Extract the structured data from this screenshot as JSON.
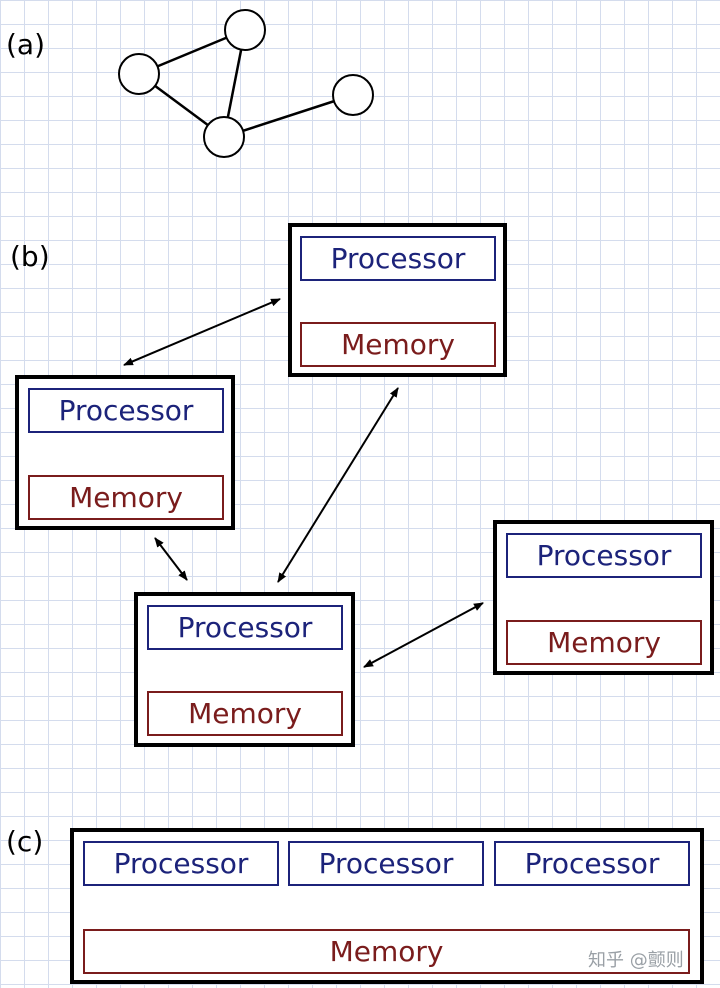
{
  "panels": {
    "a": "(a)",
    "b": "(b)",
    "c": "(c)"
  },
  "labels": {
    "processor": "Processor",
    "memory": "Memory"
  },
  "watermark": "知乎 @颤则",
  "colors": {
    "processor": "#1c237a",
    "memory": "#7a1c1c",
    "border": "#000000"
  }
}
